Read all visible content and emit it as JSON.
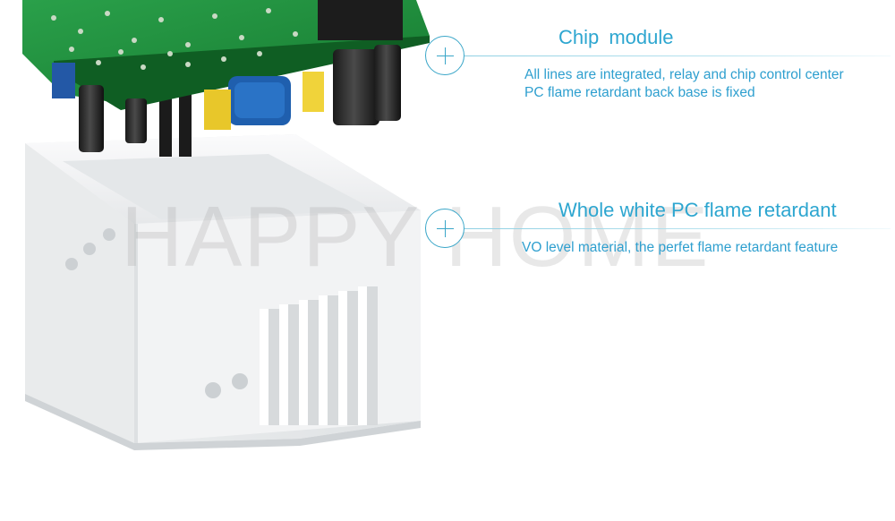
{
  "watermark": {
    "text": "HAPPY HOME"
  },
  "callouts": [
    {
      "title": "Chip module",
      "lines": [
        "All lines are integrated, relay and chip control center",
        "PC flame retardant back base is fixed"
      ],
      "marker_icon": "plus-circle-icon"
    },
    {
      "title": "Whole white PC flame retardant",
      "lines": [
        "VO level material, the perfet flame retardant feature"
      ],
      "marker_icon": "plus-circle-icon"
    }
  ],
  "colors": {
    "accent": "#2da6d0",
    "leader_line": "#8fd0e3",
    "pcb_green": "#1f8a3a",
    "housing_white": "#f3f4f5"
  }
}
